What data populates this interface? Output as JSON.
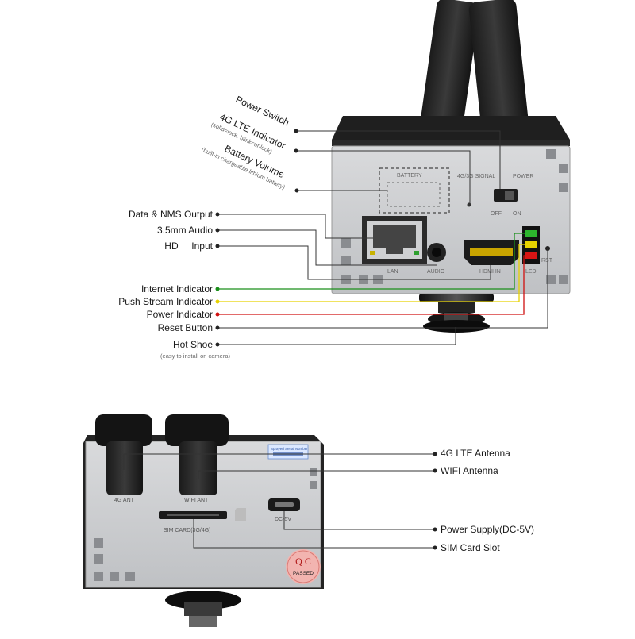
{
  "top_device": {
    "rotated_labels": {
      "power_switch": "Power Switch",
      "lte_indicator": "4G LTE Indicator",
      "lte_indicator_note": "(solid=lock, blink=unlock)",
      "battery_volume": "Battery Volume",
      "battery_volume_note": "(built-in chargeable lithium battery)"
    },
    "labels": {
      "data_nms_output": "Data & NMS Output",
      "audio": "3.5mm Audio",
      "hd_input": "HD     Input",
      "internet_indicator": "Internet Indicator",
      "push_stream_indicator": "Push Stream Indicator",
      "power_indicator": "Power Indicator",
      "reset_button": "Reset Button",
      "hot_shoe": "Hot Shoe",
      "hot_shoe_note": "(easy to install on camera)"
    },
    "panel_text": {
      "battery": "BATTERY",
      "signal": "4G/3G SIGNAL",
      "power": "POWER",
      "off": "OFF",
      "on": "ON",
      "lan": "LAN",
      "audio": "AUDIO",
      "hdmi_in": "HDMI IN",
      "led": "LED",
      "rst": "RST"
    }
  },
  "bottom_device": {
    "labels": {
      "lte_antenna": "4G LTE Antenna",
      "wifi_antenna": "WIFI Antenna",
      "power_supply": "Power Supply(DC-5V)",
      "sim_slot": "SIM Card Slot"
    },
    "panel_text": {
      "ant_4g": "4G ANT",
      "ant_wifi": "WIFI ANT",
      "sim_card": "SIM CARD(3G/4G)",
      "dc": "DC-5V",
      "qc": "Q C",
      "passed": "PASSED",
      "sticker": "Sprayed Serial Number"
    }
  },
  "colors": {
    "internet": "#1a8f1a",
    "push_stream": "#e6d200",
    "power": "#d01010",
    "line": "#333333"
  }
}
